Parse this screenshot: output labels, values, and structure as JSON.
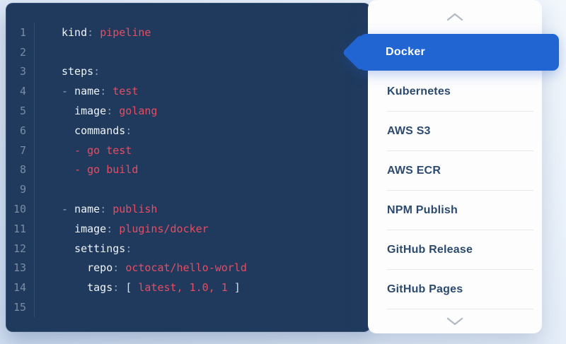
{
  "colors": {
    "panel_bg": "#1f3a5c",
    "accent_blue": "#2065d2",
    "value_pink": "#e64d64",
    "key_white": "#eef3f8",
    "sidebar_text": "#2c4a6e",
    "divider": "#e7e9ec"
  },
  "editor": {
    "language": "yaml",
    "lines": [
      {
        "num": "1",
        "tokens": [
          [
            "kind",
            "k"
          ],
          [
            ": ",
            "p"
          ],
          [
            "pipeline",
            "v"
          ]
        ]
      },
      {
        "num": "2",
        "tokens": []
      },
      {
        "num": "3",
        "tokens": [
          [
            "steps",
            "k"
          ],
          [
            ":",
            "p"
          ]
        ]
      },
      {
        "num": "4",
        "tokens": [
          [
            "- ",
            "d"
          ],
          [
            "name",
            "k"
          ],
          [
            ": ",
            "p"
          ],
          [
            "test",
            "v"
          ]
        ]
      },
      {
        "num": "5",
        "tokens": [
          [
            "  ",
            "p"
          ],
          [
            "image",
            "k"
          ],
          [
            ": ",
            "p"
          ],
          [
            "golang",
            "v"
          ]
        ]
      },
      {
        "num": "6",
        "tokens": [
          [
            "  ",
            "p"
          ],
          [
            "commands",
            "k"
          ],
          [
            ":",
            "p"
          ]
        ]
      },
      {
        "num": "7",
        "tokens": [
          [
            "  ",
            "p"
          ],
          [
            "- go test",
            "v"
          ]
        ]
      },
      {
        "num": "8",
        "tokens": [
          [
            "  ",
            "p"
          ],
          [
            "- go build",
            "v"
          ]
        ]
      },
      {
        "num": "9",
        "tokens": []
      },
      {
        "num": "10",
        "tokens": [
          [
            "- ",
            "d"
          ],
          [
            "name",
            "k"
          ],
          [
            ": ",
            "p"
          ],
          [
            "publish",
            "v"
          ]
        ]
      },
      {
        "num": "11",
        "tokens": [
          [
            "  ",
            "p"
          ],
          [
            "image",
            "k"
          ],
          [
            ": ",
            "p"
          ],
          [
            "plugins/docker",
            "v"
          ]
        ]
      },
      {
        "num": "12",
        "tokens": [
          [
            "  ",
            "p"
          ],
          [
            "settings",
            "k"
          ],
          [
            ":",
            "p"
          ]
        ]
      },
      {
        "num": "13",
        "tokens": [
          [
            "    ",
            "p"
          ],
          [
            "repo",
            "k"
          ],
          [
            ": ",
            "p"
          ],
          [
            "octocat/hello-world",
            "v"
          ]
        ]
      },
      {
        "num": "14",
        "tokens": [
          [
            "    ",
            "p"
          ],
          [
            "tags",
            "k"
          ],
          [
            ": ",
            "p"
          ],
          [
            "[ ",
            "b"
          ],
          [
            "latest, 1.0, 1",
            "v"
          ],
          [
            " ]",
            "b"
          ]
        ]
      },
      {
        "num": "15",
        "tokens": []
      }
    ]
  },
  "sidebar": {
    "selected_label": "Docker",
    "items": [
      {
        "label": "Docker",
        "selected": true
      },
      {
        "label": "Kubernetes",
        "selected": false
      },
      {
        "label": "AWS S3",
        "selected": false
      },
      {
        "label": "AWS ECR",
        "selected": false
      },
      {
        "label": "NPM Publish",
        "selected": false
      },
      {
        "label": "GitHub Release",
        "selected": false
      },
      {
        "label": "GitHub Pages",
        "selected": false
      }
    ],
    "scroll_up_icon": "chevron-up",
    "scroll_down_icon": "chevron-down"
  }
}
